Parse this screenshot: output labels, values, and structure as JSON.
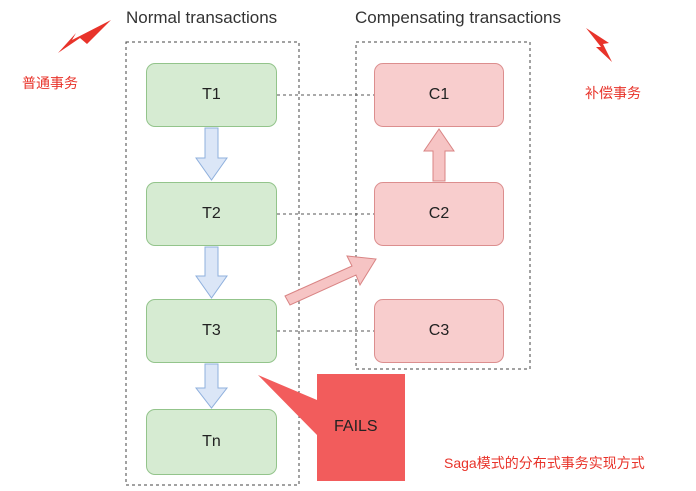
{
  "headings": {
    "normal": "Normal transactions",
    "compensating": "Compensating transactions"
  },
  "annotations": {
    "left": "普通事务",
    "right": "补偿事务",
    "caption": "Saga模式的分布式事务实现方式"
  },
  "normal_transactions": [
    "T1",
    "T2",
    "T3",
    "Tn"
  ],
  "compensating_transactions": [
    "C1",
    "C2",
    "C3"
  ],
  "failure_label": "FAILS",
  "colors": {
    "annotation_red": "#e8332a",
    "normal_fill": "#d6ebd2",
    "normal_border": "#93c48b",
    "compensating_fill": "#f8cdcd",
    "compensating_border": "#dc8e8e",
    "flow_arrow_fill": "#dbe6f7",
    "flow_arrow_border": "#8fb0dd",
    "fail_callout": "#f25c5c"
  }
}
